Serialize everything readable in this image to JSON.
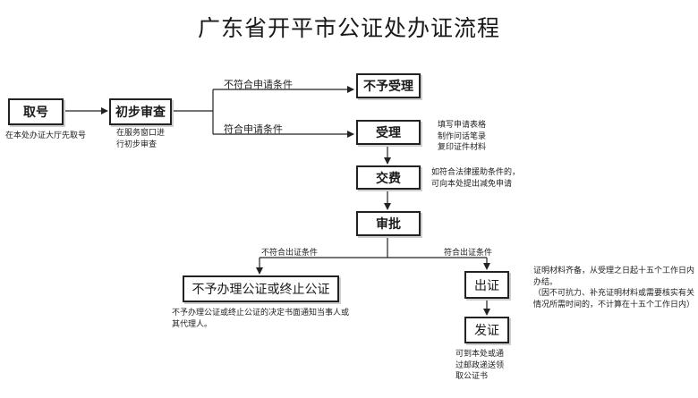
{
  "title": "广东省开平市公证处办证流程",
  "nodes": {
    "take_number": "取号",
    "preliminary_review": "初步审查",
    "not_accepted": "不予受理",
    "accept": "受理",
    "pay_fee": "交费",
    "approve": "审批",
    "refuse_or_terminate": "不予办理公证或终止公证",
    "issue_certificate": "出证",
    "deliver_certificate": "发证"
  },
  "edge_labels": {
    "not_meet_application": "不符合申请条件",
    "meet_application": "符合申请条件",
    "not_meet_issue": "不符合出证条件",
    "meet_issue": "符合出证条件"
  },
  "notes": {
    "take_number": [
      "在本处办证大厅先取号"
    ],
    "preliminary_review": [
      "在服务窗口进",
      "行初步审查"
    ],
    "accept": [
      "填写申请表格",
      "制作问话笔录",
      "复印证件材料"
    ],
    "pay_fee": [
      "如符合法律援助条件的，",
      "可向本处提出减免申请"
    ],
    "refuse": [
      "不予办理公证或终止公证的决定书面通知当事人或",
      "其代理人。"
    ],
    "issue": [
      "证明材料齐备，从受理之日起十五个工作日内",
      "办结。",
      "（因不可抗力、补充证明材料或需要核实有关",
      "情况所需时间的，不计算在十五个工作日内）"
    ],
    "deliver": [
      "可到本处或通",
      "过邮政递送领",
      "取公证书"
    ]
  },
  "colors": {
    "stroke": "#222222",
    "shadow": "#cfcfcf"
  }
}
